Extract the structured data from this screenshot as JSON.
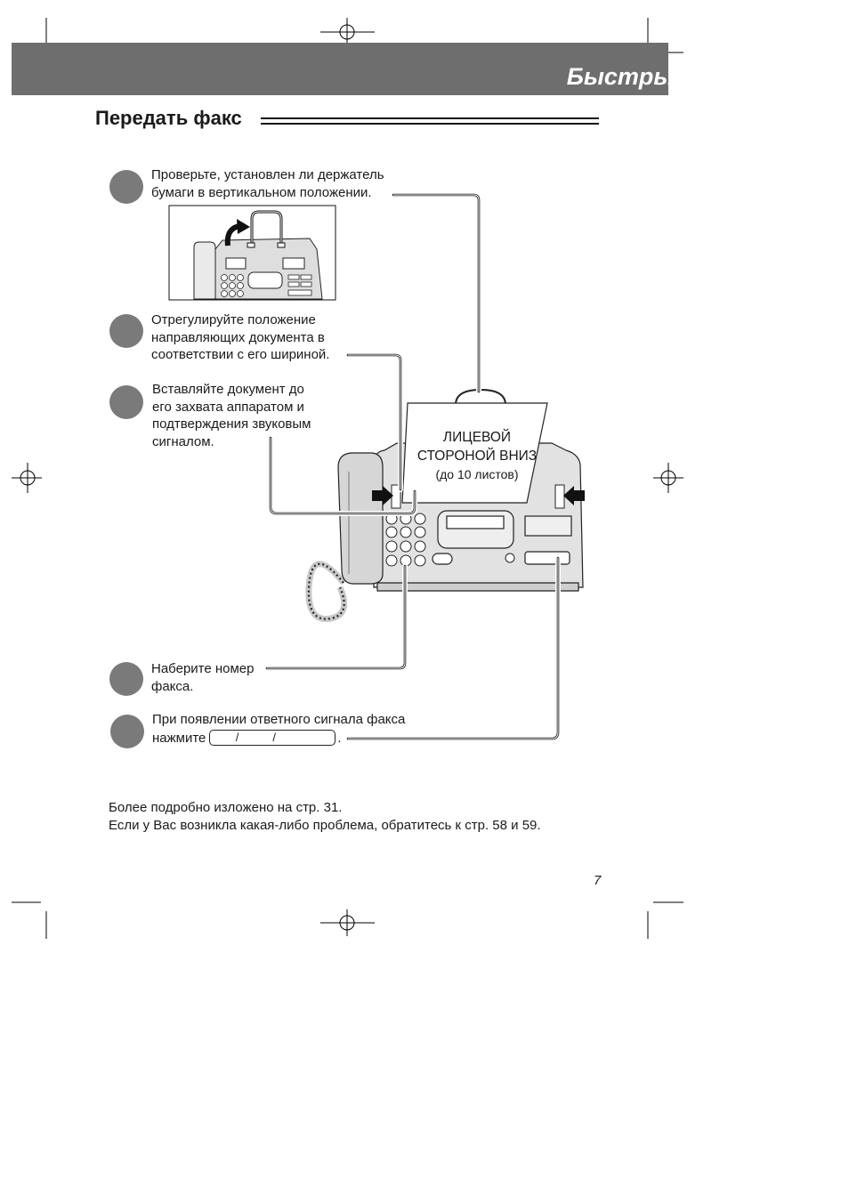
{
  "header": {
    "title": "Быстрый старт"
  },
  "section": {
    "title": "Передать факс"
  },
  "steps": [
    {
      "lines": [
        "Проверьте, установлен ли держатель",
        "бумаги в вертикальном положении."
      ]
    },
    {
      "lines": [
        "Отрегулируйте положение",
        "направляющих документа в",
        "соответствии с его шириной."
      ]
    },
    {
      "lines": [
        "Вставляйте документ до",
        "его захвата аппаратом и",
        "подтверждения звуковым",
        "сигналом."
      ]
    },
    {
      "lines": [
        "Наберите номер",
        "факса."
      ]
    },
    {
      "lines": [
        "При появлении ответного сигнала факса",
        "нажмите"
      ],
      "button_label": "//",
      "suffix": "."
    }
  ],
  "document_label": {
    "line1": "ЛИЦЕВОЙ",
    "line2": "СТОРОНОЙ ВНИЗ",
    "line3": "(до 10 листов)"
  },
  "footer": {
    "line1": "Более подробно изложено на стр. 31.",
    "line2": "Если у Вас возникла какая-либо проблема, обратитесь к стр. 58 и 59."
  },
  "page_number": "7"
}
